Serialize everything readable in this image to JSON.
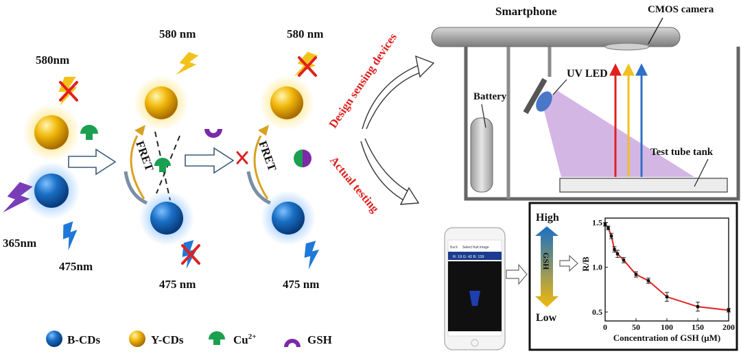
{
  "colors": {
    "blue_cd": "#1a6fc4",
    "yellow_cd": "#f2b90c",
    "cu": "#1aa050",
    "gsh": "#7b2aa8",
    "uv": "#7a3db8",
    "red_text": "#e02020",
    "curve": "#e02020"
  },
  "labels": {
    "nm580_a": "580nm",
    "nm365": "365nm",
    "nm475_a": "475nm",
    "nm580_b": "580 nm",
    "nm475_b": "475 nm",
    "nm580_c": "580 nm",
    "nm475_c": "475 nm",
    "fret_b": "FRET",
    "fret_c": "FRET",
    "design": "Design sensing devices",
    "actual": "Actual testing"
  },
  "device": {
    "smartphone": "Smartphone",
    "cmos": "CMOS camera",
    "uv_led": "UV LED",
    "battery": "Battery",
    "tank": "Test tube tank"
  },
  "phone": {
    "header": "Select fruit image",
    "back": "Back",
    "rgb": "R: 19  G: 42  B: 139"
  },
  "scale": {
    "high": "High",
    "low": "Low",
    "gsh": "GSH"
  },
  "legend": [
    {
      "icon": "blue-sphere",
      "label": "B-CDs"
    },
    {
      "icon": "yellow-sphere",
      "label": "Y-CDs"
    },
    {
      "icon": "cu-icon",
      "label": "Cu",
      "sup": "2+"
    },
    {
      "icon": "gsh-icon",
      "label": "GSH"
    }
  ],
  "chart_data": {
    "type": "line",
    "xlabel": "Concentration of GSH (μM)",
    "ylabel": "R/B",
    "xlim": [
      0,
      200
    ],
    "ylim": [
      0.4,
      1.55
    ],
    "xticks": [
      0,
      50,
      100,
      150,
      200
    ],
    "yticks": [
      0.5,
      1.0,
      1.5
    ],
    "ytick_labels": [
      "0.5",
      "1.0",
      "1.5"
    ],
    "x": [
      0,
      5,
      10,
      15,
      20,
      30,
      50,
      70,
      100,
      150,
      200
    ],
    "y": [
      1.48,
      1.44,
      1.35,
      1.2,
      1.15,
      1.08,
      0.92,
      0.85,
      0.67,
      0.56,
      0.52
    ],
    "yerr": [
      0.02,
      0.02,
      0.03,
      0.03,
      0.04,
      0.03,
      0.03,
      0.03,
      0.05,
      0.05,
      0.02
    ],
    "grid": false
  }
}
